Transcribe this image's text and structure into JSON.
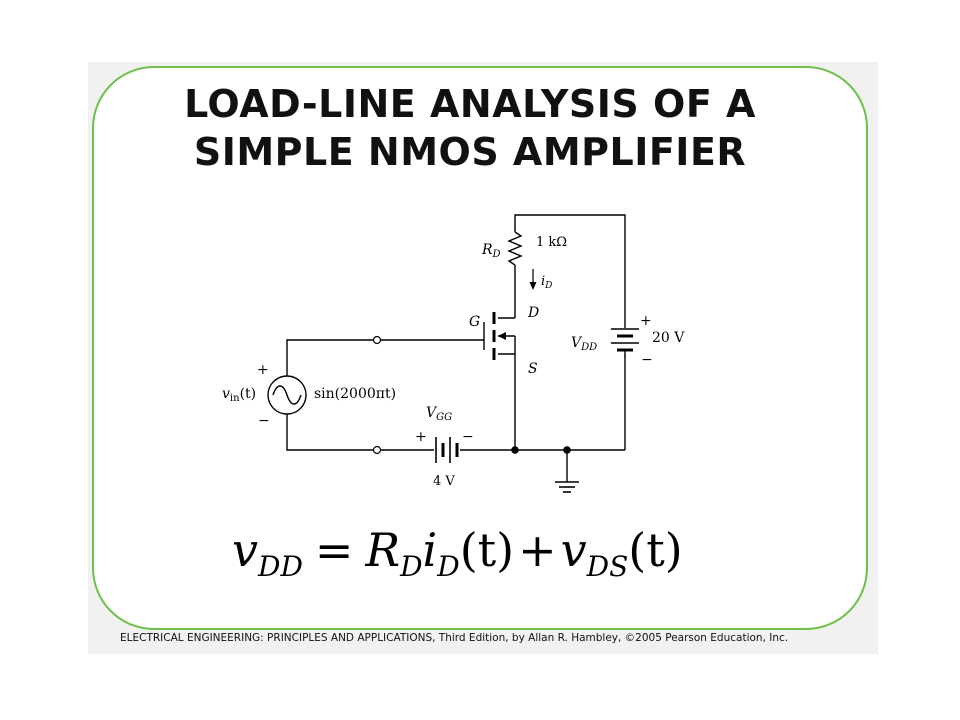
{
  "title": {
    "line1": "LOAD-LINE ANALYSIS OF A",
    "line2": "SIMPLE NMOS AMPLIFIER"
  },
  "circuit": {
    "rd_label": "R",
    "rd_sub": "D",
    "rd_value": "1 kΩ",
    "id_label": "i",
    "id_sub": "D",
    "gate": "G",
    "drain": "D",
    "source": "S",
    "vdd_label": "V",
    "vdd_sub": "DD",
    "vdd_value": "20 V",
    "vgg_label": "V",
    "vgg_sub": "GG",
    "vgg_value": "4 V",
    "vin_label": "v",
    "vin_sub": "in",
    "vin_arg": "(t)",
    "vin_expr": "sin(2000πt)",
    "plus": "+",
    "minus": "−"
  },
  "equation": {
    "lhs": "v",
    "lhs_sub": "DD",
    "eq": "=",
    "r": "R",
    "r_sub": "D",
    "i": "i",
    "i_sub": "D",
    "arg1": "(t)",
    "plus": "+",
    "v": "v",
    "v_sub": "DS",
    "arg2": "(t)"
  },
  "footer": "ELECTRICAL ENGINEERING: PRINCIPLES AND APPLICATIONS, Third Edition, by Allan R. Hambley, ©2005 Pearson Education, Inc."
}
